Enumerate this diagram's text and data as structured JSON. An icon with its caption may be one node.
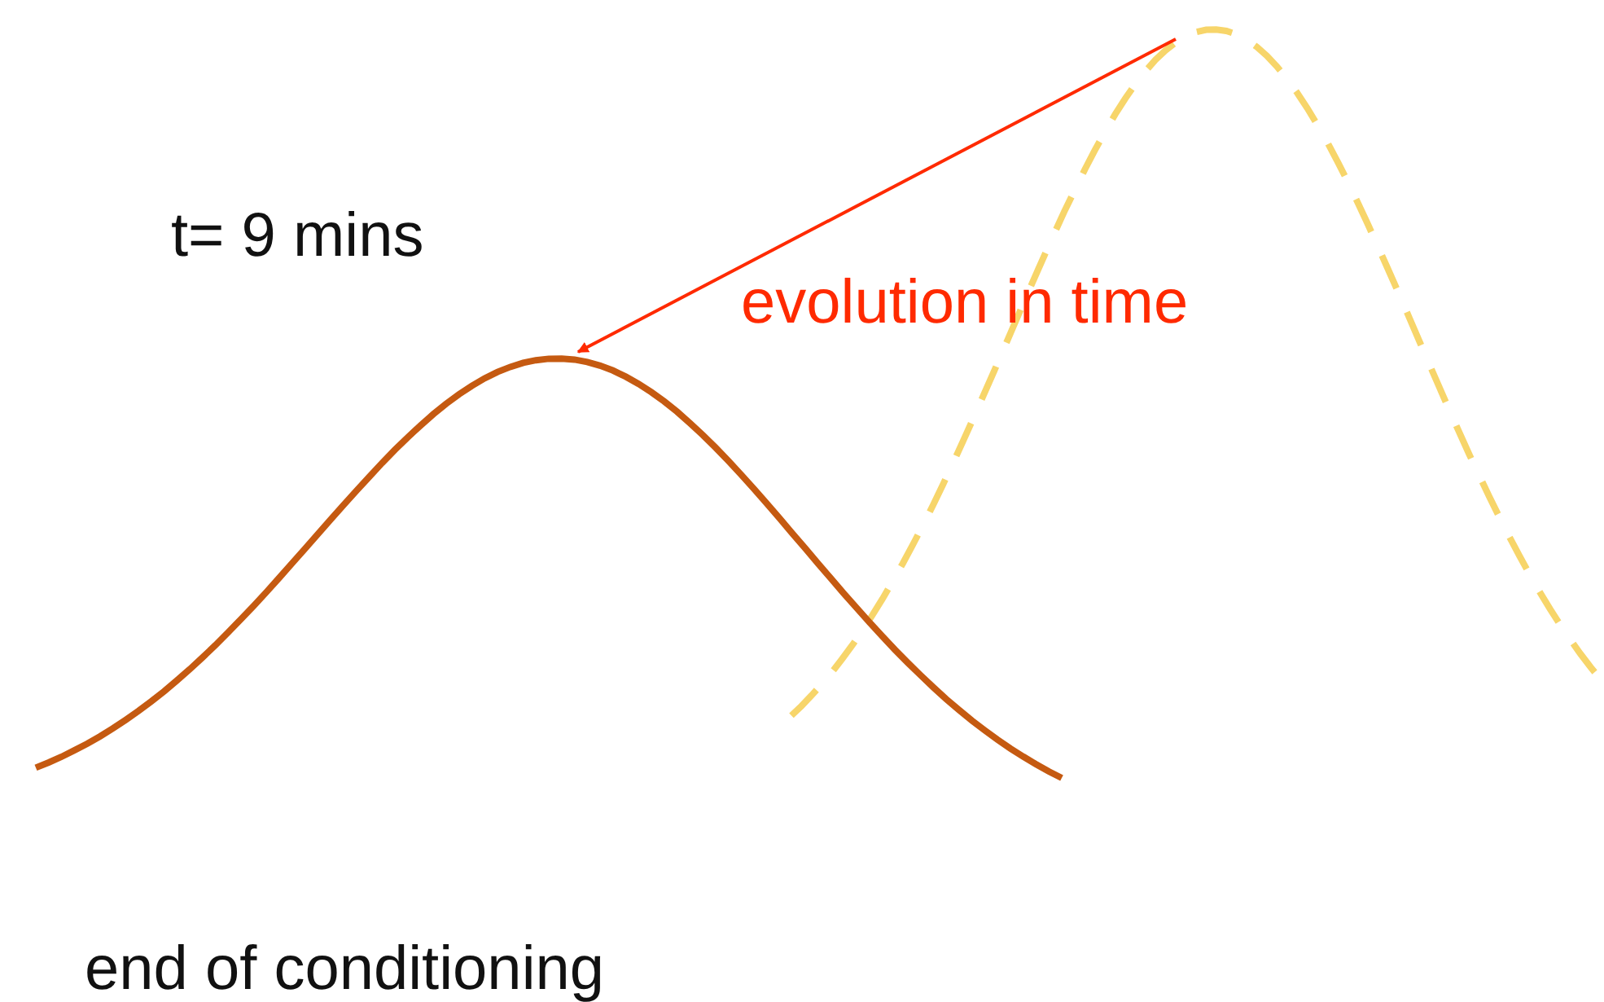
{
  "diagram": {
    "nodes": [
      {
        "text": [],
        "shape": "curve"
      },
      {
        "text": [],
        "shape": "curve"
      }
    ],
    "edges": [
      {
        "from": 0,
        "to": 1,
        "arrow": "to",
        "label": "evolution in time",
        "color": "#ff2a00"
      }
    ],
    "labels": [
      "t= 9 mins",
      "end of conditioning"
    ]
  }
}
